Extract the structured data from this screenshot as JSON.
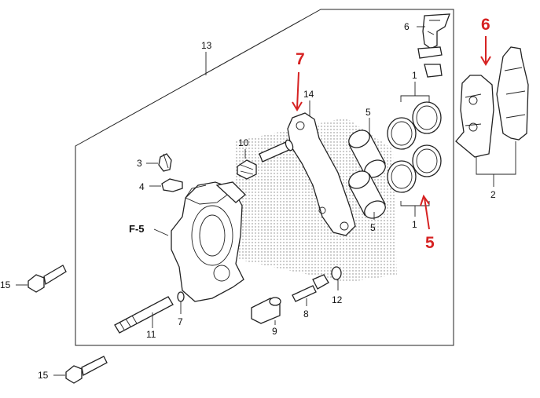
{
  "callouts": {
    "c1_top": "1",
    "c1_bottom": "1",
    "c2": "2",
    "c3": "3",
    "c4": "4",
    "c5_upper": "5",
    "c5_lower": "5",
    "c6": "6",
    "c7": "7",
    "c8": "8",
    "c9": "9",
    "c10": "10",
    "c11": "11",
    "c12": "12",
    "c13": "13",
    "c14": "14",
    "c15_upper": "15",
    "c15_lower": "15"
  },
  "reference": {
    "f5": "F-5"
  },
  "annotations": {
    "red_5": "5",
    "red_6": "6",
    "red_7": "7",
    "color": "#d62222"
  }
}
